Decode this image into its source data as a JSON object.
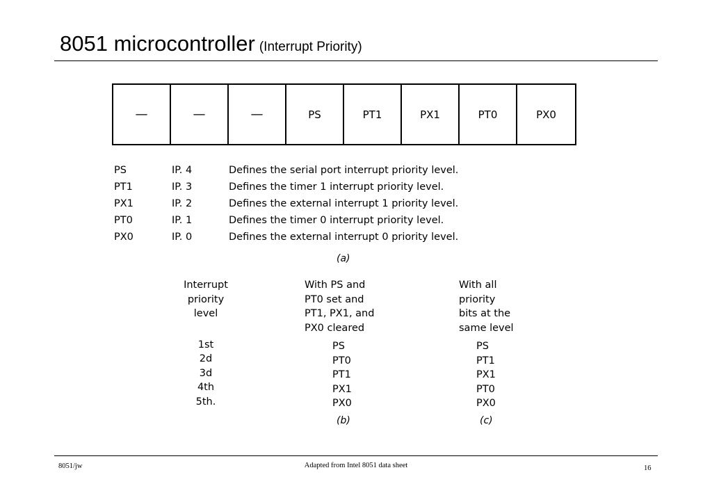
{
  "header": {
    "title": "8051 microcontroller",
    "subtitle": "(Interrupt Priority)"
  },
  "register": {
    "bits": [
      "—",
      "—",
      "—",
      "PS",
      "PT1",
      "PX1",
      "PT0",
      "PX0"
    ]
  },
  "definitions": [
    {
      "flag": "PS",
      "bit": "IP. 4",
      "desc": "Defines the serial port interrupt priority level."
    },
    {
      "flag": "PT1",
      "bit": "IP. 3",
      "desc": "Defines the timer 1 interrupt priority level."
    },
    {
      "flag": "PX1",
      "bit": "IP. 2",
      "desc": "Defines the external interrupt 1 priority level."
    },
    {
      "flag": "PT0",
      "bit": "IP. 1",
      "desc": "Defines the timer 0 interrupt priority level."
    },
    {
      "flag": "PX0",
      "bit": "IP. 0",
      "desc": "Defines the external interrupt 0 priority level."
    }
  ],
  "captions": {
    "a": "(a)",
    "b": "(b)",
    "c": "(c)"
  },
  "priority_table": {
    "headers": [
      [
        "Interrupt",
        "priority",
        "level"
      ],
      [
        "With PS and",
        "PT0 set and",
        "PT1, PX1, and",
        "PX0 cleared"
      ],
      [
        "With all",
        "priority",
        "bits at the",
        "same level"
      ]
    ],
    "levels": [
      "1st",
      "2d",
      "3d",
      "4th",
      "5th."
    ],
    "with_ps_pt0": [
      "PS",
      "PT0",
      "PT1",
      "PX1",
      "PX0"
    ],
    "same_level": [
      "PS",
      "PT1",
      "PX1",
      "PT0",
      "PX0"
    ]
  },
  "footer": {
    "left": "8051/jw",
    "center": "Adapted from Intel 8051 data sheet",
    "page": "16"
  }
}
